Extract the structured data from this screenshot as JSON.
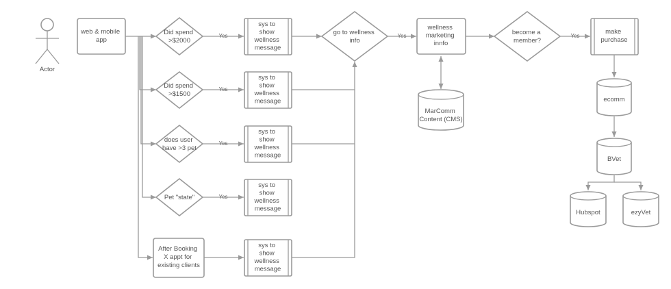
{
  "actor": {
    "label": "Actor"
  },
  "nodes": {
    "app": [
      "web & mobile",
      "app"
    ],
    "d2000": [
      "Did spend",
      ">$2000"
    ],
    "d1500": [
      "Did spend",
      ">$1500"
    ],
    "dpet": [
      "does user",
      "have >3 pet"
    ],
    "dstate": [
      "Pet \"state\""
    ],
    "booking": [
      "After Booking",
      "X appt for",
      "existing clients"
    ],
    "sys1": [
      "sys to",
      "show",
      "wellness",
      "message"
    ],
    "sys2": [
      "sys to",
      "show",
      "wellness",
      "message"
    ],
    "sys3": [
      "sys to",
      "show",
      "wellness",
      "message"
    ],
    "sys4": [
      "sys to",
      "show",
      "wellness",
      "message"
    ],
    "sys5": [
      "sys to",
      "show",
      "wellness",
      "message"
    ],
    "go": [
      "go to wellness",
      "info"
    ],
    "wmi": [
      "wellness",
      "marketing",
      "innfo"
    ],
    "cms": [
      "MarComm",
      "Content (CMS)"
    ],
    "member": [
      "become a",
      "member?"
    ],
    "purchase": [
      "make",
      "purchase"
    ],
    "ecomm": [
      "ecomm"
    ],
    "bvet": [
      "BVet"
    ],
    "hubspot": [
      "Hubspot"
    ],
    "ezyvet": [
      "ezyVet"
    ]
  },
  "edge_labels": {
    "yes": "Yes"
  }
}
